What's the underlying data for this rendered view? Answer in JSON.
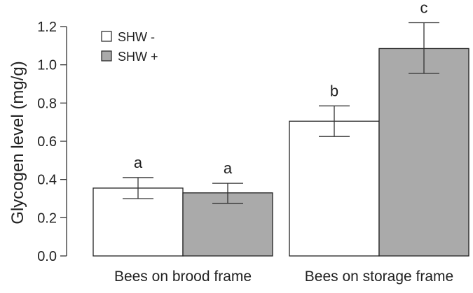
{
  "chart_data": {
    "type": "bar",
    "categories": [
      "Bees on brood frame",
      "Bees on storage frame"
    ],
    "series": [
      {
        "name": "SHW -",
        "color": "#ffffff",
        "values": [
          0.355,
          0.705
        ],
        "error_low": [
          0.3,
          0.625
        ],
        "error_high": [
          0.41,
          0.785
        ],
        "letters": [
          "a",
          "b"
        ]
      },
      {
        "name": "SHW +",
        "color": "#aaaaaa",
        "values": [
          0.33,
          1.085
        ],
        "error_low": [
          0.275,
          0.955
        ],
        "error_high": [
          0.38,
          1.22
        ],
        "letters": [
          "a",
          "c"
        ]
      }
    ],
    "ylabel": "Glycogen level (mg/g)",
    "xlabel": "",
    "ylim": [
      0,
      1.2
    ],
    "yticks": [
      "0.0",
      "0.2",
      "0.4",
      "0.6",
      "0.8",
      "1.0",
      "1.2"
    ],
    "legend_position": "top-left",
    "grid": false
  }
}
